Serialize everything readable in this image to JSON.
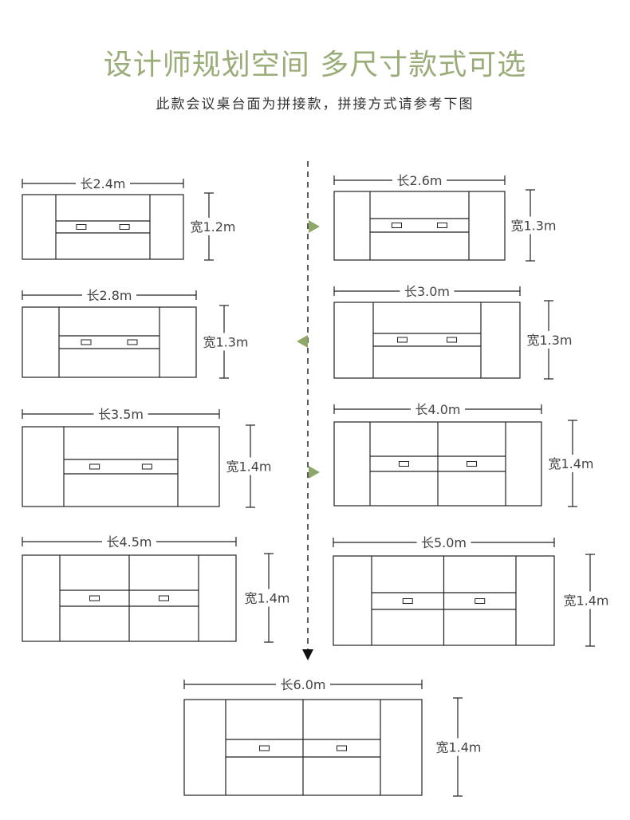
{
  "header": {
    "title": "设计师规划空间 多尺寸款式可选",
    "subtitle": "此款会议桌台面为拼接款，拼接方式请参考下图"
  },
  "colors": {
    "title": "#9aac78",
    "arrow": "#8ea86a",
    "line": "#222222",
    "text": "#444444"
  },
  "tables": [
    {
      "length_label": "长2.4m",
      "width_label": "宽1.2m",
      "length_m": 2.4,
      "width_m": 1.2,
      "layout": "A"
    },
    {
      "length_label": "长2.6m",
      "width_label": "宽1.3m",
      "length_m": 2.6,
      "width_m": 1.3,
      "layout": "A"
    },
    {
      "length_label": "长2.8m",
      "width_label": "宽1.3m",
      "length_m": 2.8,
      "width_m": 1.3,
      "layout": "A"
    },
    {
      "length_label": "长3.0m",
      "width_label": "宽1.3m",
      "length_m": 3.0,
      "width_m": 1.3,
      "layout": "A"
    },
    {
      "length_label": "长3.5m",
      "width_label": "宽1.4m",
      "length_m": 3.5,
      "width_m": 1.4,
      "layout": "A"
    },
    {
      "length_label": "长4.0m",
      "width_label": "宽1.4m",
      "length_m": 4.0,
      "width_m": 1.4,
      "layout": "B"
    },
    {
      "length_label": "长4.5m",
      "width_label": "宽1.4m",
      "length_m": 4.5,
      "width_m": 1.4,
      "layout": "B"
    },
    {
      "length_label": "长5.0m",
      "width_label": "宽1.4m",
      "length_m": 5.0,
      "width_m": 1.4,
      "layout": "B"
    },
    {
      "length_label": "长6.0m",
      "width_label": "宽1.4m",
      "length_m": 6.0,
      "width_m": 1.4,
      "layout": "B"
    }
  ]
}
